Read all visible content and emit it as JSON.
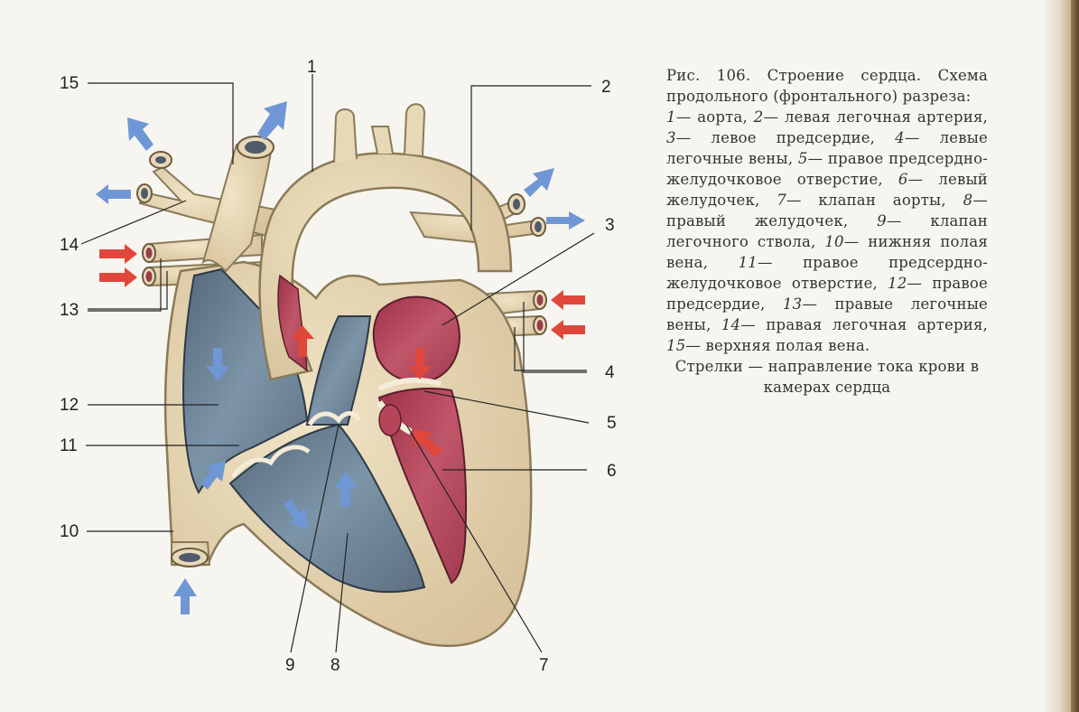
{
  "figure": {
    "caption_title": "Рис. 106. Строение сердца. Схема продольного (фронтального) разреза:",
    "caption_legend": [
      {
        "num": "1",
        "text": "— аорта, "
      },
      {
        "num": "2",
        "text": "— левая легочная артерия, "
      },
      {
        "num": "3",
        "text": "— левое предсердие, "
      },
      {
        "num": "4",
        "text": "— левые легочные вены, "
      },
      {
        "num": "5",
        "text": "— правое предсердно-желудочковое отверстие, "
      },
      {
        "num": "6",
        "text": "— левый желудочек, "
      },
      {
        "num": "7",
        "text": "— клапан аорты, "
      },
      {
        "num": "8",
        "text": "— правый желудочек, "
      },
      {
        "num": "9",
        "text": "— клапан легочного ствола, "
      },
      {
        "num": "10",
        "text": "— нижняя полая вена, "
      },
      {
        "num": "11",
        "text": "— правое предсердно-желудочковое отверстие, "
      },
      {
        "num": "12",
        "text": "— правое предсердие, "
      },
      {
        "num": "13",
        "text": "— правые легочные вены, "
      },
      {
        "num": "14",
        "text": "— правая легочная артерия, "
      },
      {
        "num": "15",
        "text": "— верхняя полая вена. "
      }
    ],
    "caption_end": "Стрелки — направление тока крови в камерах сердца"
  },
  "labels": {
    "l1": "1",
    "l2": "2",
    "l3": "3",
    "l4": "4",
    "l5": "5",
    "l6": "6",
    "l7": "7",
    "l8": "8",
    "l9": "9",
    "l10": "10",
    "l11": "11",
    "l12": "12",
    "l13": "13",
    "l14": "14",
    "l15": "15"
  },
  "colors": {
    "tissue": "#e7d9b8",
    "tissue_edge": "#8a7a58",
    "venous_chamber": "#6f8596",
    "arterial_chamber": "#b6455a",
    "arrow_blue": "#6f97d6",
    "arrow_red": "#e0473a"
  }
}
